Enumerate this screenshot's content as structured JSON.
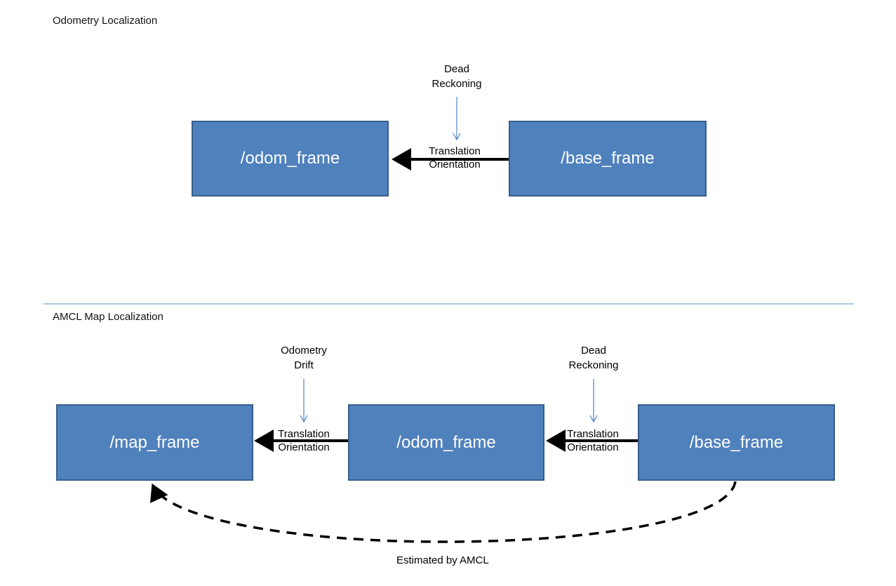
{
  "colors": {
    "box_fill": "#4f81bd",
    "box_border": "#385d8a",
    "box_text": "#ffffff",
    "note_arrow": "#4f81bd",
    "divider": "#95b3d7",
    "transform_arrow": "#000000"
  },
  "odometry_section": {
    "title": "Odometry Localization",
    "frames": [
      "/odom_frame",
      "/base_frame"
    ],
    "transform": {
      "line1": "Translation",
      "line2": "Orientation"
    },
    "note": {
      "line1": "Dead",
      "line2": "Reckoning"
    }
  },
  "amcl_section": {
    "title": "AMCL Map Localization",
    "frames": [
      "/map_frame",
      "/odom_frame",
      "/base_frame"
    ],
    "transforms": [
      {
        "line1": "Translation",
        "line2": "Orientation"
      },
      {
        "line1": "Translation",
        "line2": "Orientation"
      }
    ],
    "notes": [
      {
        "line1": "Odometry",
        "line2": "Drift"
      },
      {
        "line1": "Dead",
        "line2": "Reckoning"
      }
    ],
    "estimate_caption": "Estimated by AMCL"
  }
}
